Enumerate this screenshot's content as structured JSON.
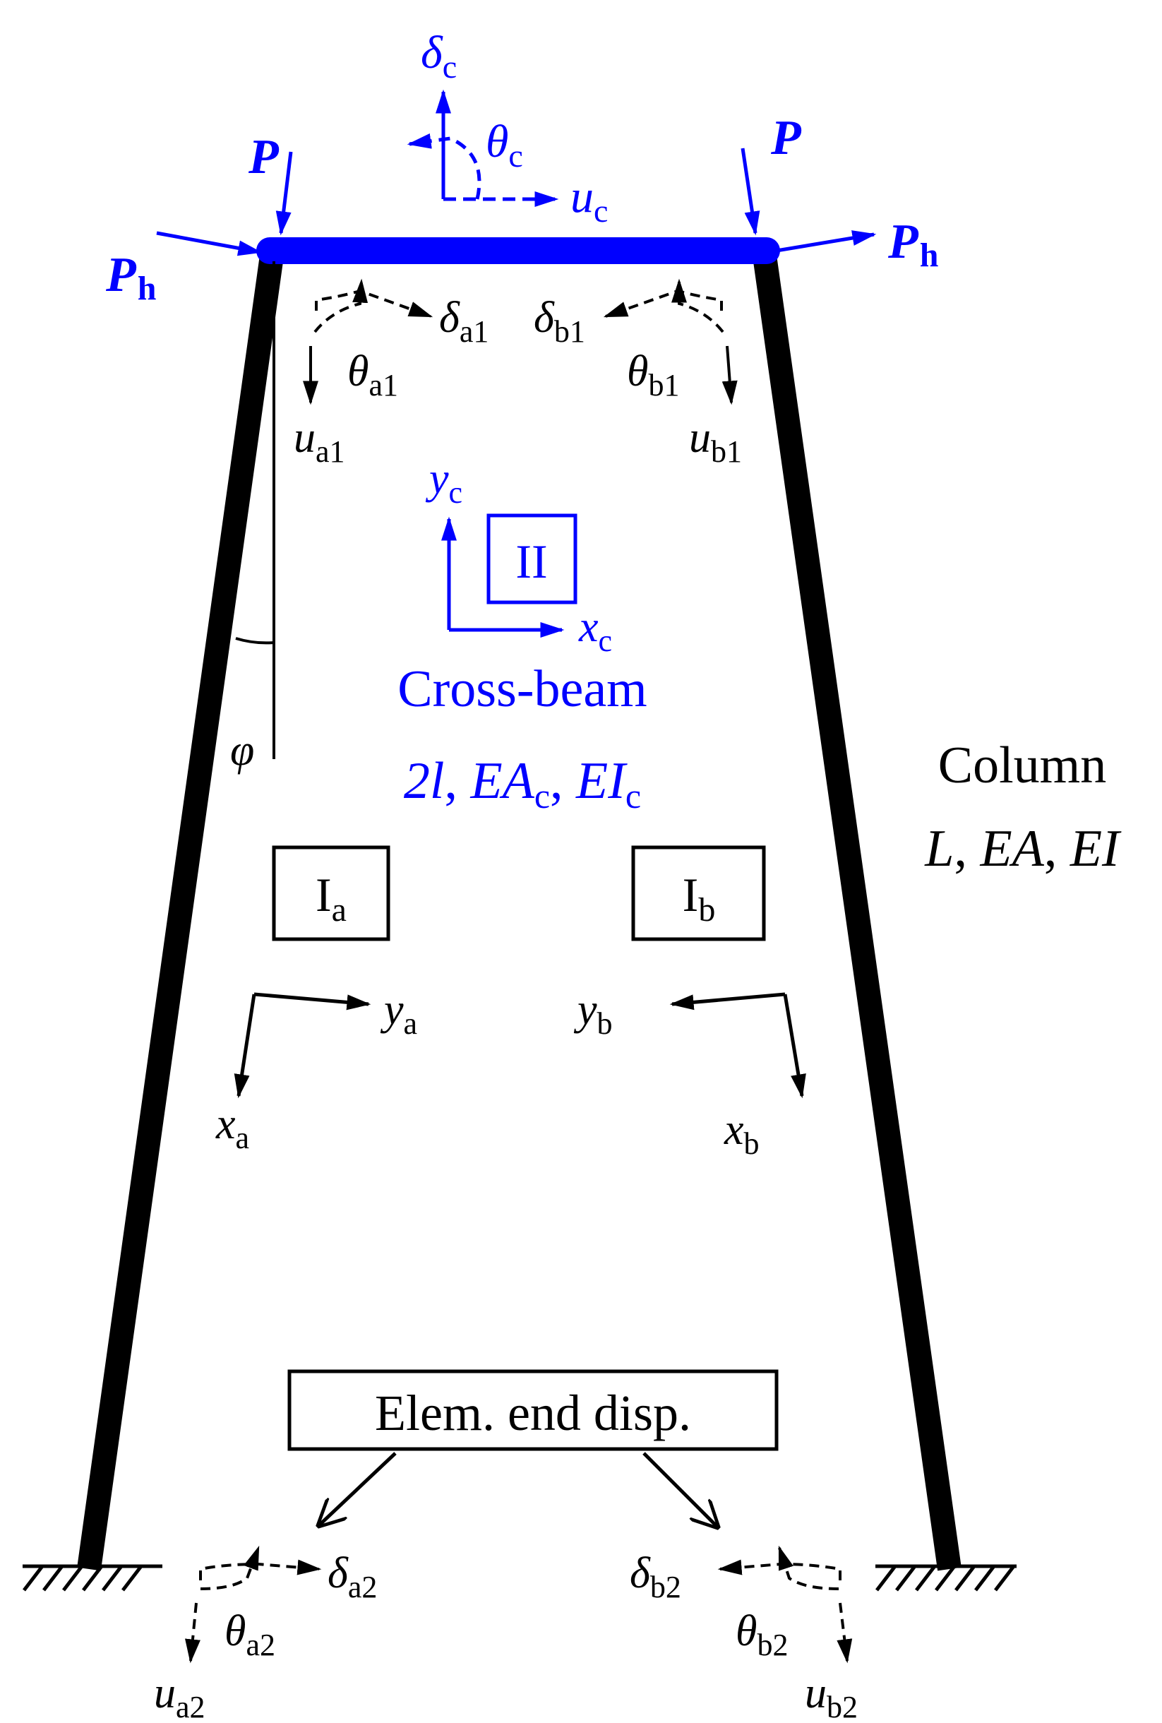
{
  "colors": {
    "frame": "#000000",
    "beam": "#0000ff"
  },
  "loads": {
    "P": "P",
    "Ph_main": "P",
    "Ph_sub": "h"
  },
  "beam_top_disp": {
    "delta_main": "δ",
    "delta_sub": "c",
    "theta_main": "θ",
    "theta_sub": "c",
    "u_main": "u",
    "u_sub": "c"
  },
  "end_a1": {
    "delta_main": "δ",
    "delta_sub": "a1",
    "theta_main": "θ",
    "theta_sub": "a1",
    "u_main": "u",
    "u_sub": "a1"
  },
  "end_b1": {
    "delta_main": "δ",
    "delta_sub": "b1",
    "theta_main": "θ",
    "theta_sub": "b1",
    "u_main": "u",
    "u_sub": "b1"
  },
  "end_a2": {
    "delta_main": "δ",
    "delta_sub": "a2",
    "theta_main": "θ",
    "theta_sub": "a2",
    "u_main": "u",
    "u_sub": "a2"
  },
  "end_b2": {
    "delta_main": "δ",
    "delta_sub": "b2",
    "theta_main": "θ",
    "theta_sub": "b2",
    "u_main": "u",
    "u_sub": "b2"
  },
  "crossbeam_axes": {
    "x_main": "x",
    "x_sub": "c",
    "y_main": "y",
    "y_sub": "c"
  },
  "crossbeam_box": "II",
  "crossbeam_label": {
    "title": "Cross-beam",
    "p_2l": "2l",
    "sep1": ", ",
    "ea": "EA",
    "ea_sub": "c",
    "sep2": ", ",
    "ei": "EI",
    "ei_sub": "c"
  },
  "column_label": {
    "title": "Column",
    "l": "L",
    "sep1": ", ",
    "ea": "EA",
    "sep2": ", ",
    "ei": "EI"
  },
  "angle_label": "φ",
  "box_a": {
    "main": "I",
    "sub": "a"
  },
  "box_b": {
    "main": "I",
    "sub": "b"
  },
  "axes_a": {
    "x_main": "x",
    "x_sub": "a",
    "y_main": "y",
    "y_sub": "a"
  },
  "axes_b": {
    "x_main": "x",
    "x_sub": "b",
    "y_main": "y",
    "y_sub": "b"
  },
  "callout_box": "Elem. end disp."
}
